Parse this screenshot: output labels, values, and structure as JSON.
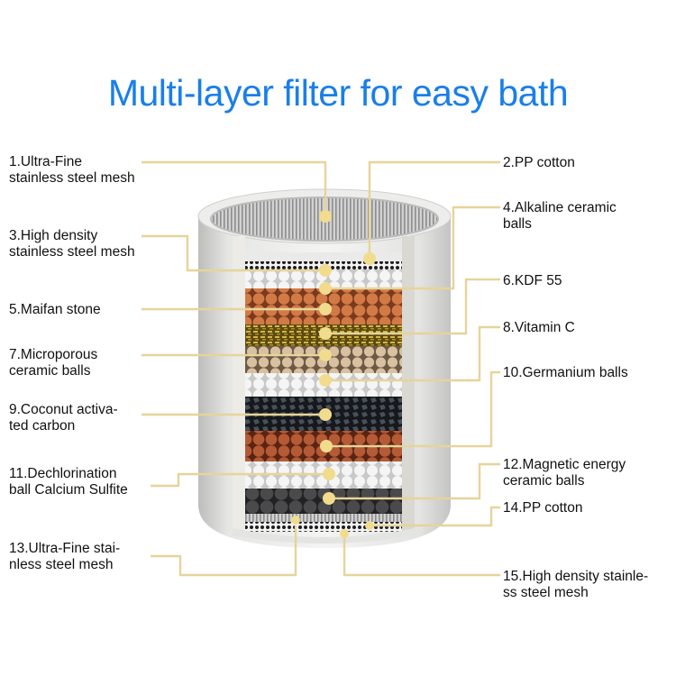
{
  "title": "Multi-layer filter for easy bath",
  "colors": {
    "title": "#1a7fe8",
    "leader_line": "#e6d49a",
    "leader_dot": "#f1dc8e",
    "housing": "#e2e2e0",
    "text": "#111111"
  },
  "labels": {
    "left": [
      {
        "num": 1,
        "text": "1.Ultra-Fine\nstainless steel mesh"
      },
      {
        "num": 3,
        "text": "3.High density\nstainless steel mesh"
      },
      {
        "num": 5,
        "text": "5.Maifan stone"
      },
      {
        "num": 7,
        "text": "7.Microporous\nceramic balls"
      },
      {
        "num": 9,
        "text": "9.Coconut activa-\nted carbon"
      },
      {
        "num": 11,
        "text": "11.Dechlorination\nball Calcium Sulfite"
      },
      {
        "num": 13,
        "text": "13.Ultra-Fine stai-\nnless steel mesh"
      }
    ],
    "right": [
      {
        "num": 2,
        "text": "2.PP cotton"
      },
      {
        "num": 4,
        "text": "4.Alkaline ceramic\nballs"
      },
      {
        "num": 6,
        "text": "6.KDF 55"
      },
      {
        "num": 8,
        "text": "8.Vitamin C"
      },
      {
        "num": 10,
        "text": "10.Germanium balls"
      },
      {
        "num": 12,
        "text": "12.Magnetic energy\nceramic balls"
      },
      {
        "num": 14,
        "text": "14.PP cotton"
      },
      {
        "num": 15,
        "text": "15.High density stainle-\nss steel mesh"
      }
    ]
  },
  "layers": [
    {
      "name": "PP cotton top",
      "color": "#e9e9e9"
    },
    {
      "name": "High density mesh",
      "color": "#3a3a3a"
    },
    {
      "name": "Alkaline ceramic balls",
      "color": "#f3f3f3"
    },
    {
      "name": "Maifan stone",
      "color": "#c8693a"
    },
    {
      "name": "KDF 55",
      "color": "#b89a2e"
    },
    {
      "name": "Microporous ceramic balls",
      "color": "#c9ab86"
    },
    {
      "name": "Vitamin C",
      "color": "#f0f0f0"
    },
    {
      "name": "Coconut activated carbon",
      "color": "#2c3036"
    },
    {
      "name": "Germanium balls",
      "color": "#b25530"
    },
    {
      "name": "Dechlorination ball",
      "color": "#f2f2f2"
    },
    {
      "name": "Magnetic energy ceramic balls",
      "color": "#3d3d3f"
    },
    {
      "name": "PP cotton bottom",
      "color": "#cfcfcf"
    },
    {
      "name": "Ultra-fine mesh bottom",
      "color": "#2a2a2a"
    }
  ]
}
